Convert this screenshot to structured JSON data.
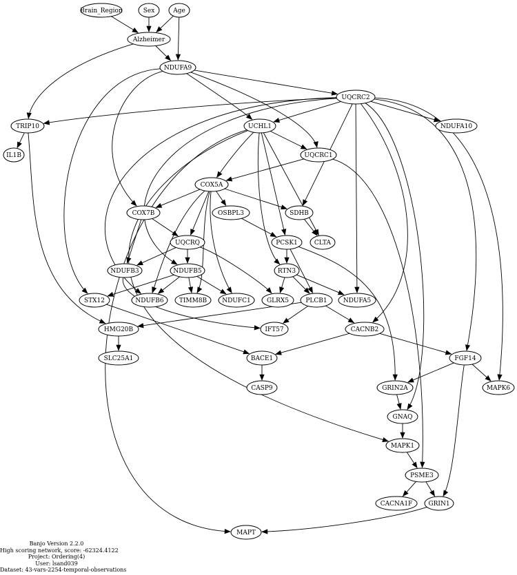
{
  "graph": {
    "nodes": [
      {
        "id": "Brain_Region",
        "label": "Brain_Region"
      },
      {
        "id": "Sex",
        "label": "Sex"
      },
      {
        "id": "Age",
        "label": "Age"
      },
      {
        "id": "Alzheimer",
        "label": "Alzheimer"
      },
      {
        "id": "NDUFA9",
        "label": "NDUFA9"
      },
      {
        "id": "UQCRC2",
        "label": "UQCRC2"
      },
      {
        "id": "TRIP10",
        "label": "TRIP10"
      },
      {
        "id": "UCHL1",
        "label": "UCHL1"
      },
      {
        "id": "NDUFA10",
        "label": "NDUFA10"
      },
      {
        "id": "IL1B",
        "label": "IL1B"
      },
      {
        "id": "UQCRC1",
        "label": "UQCRC1"
      },
      {
        "id": "COX5A",
        "label": "COX5A"
      },
      {
        "id": "COX7B",
        "label": "COX7B"
      },
      {
        "id": "OSBPL3",
        "label": "OSBPL3"
      },
      {
        "id": "SDHB",
        "label": "SDHB"
      },
      {
        "id": "UQCRQ",
        "label": "UQCRQ"
      },
      {
        "id": "PCSK1",
        "label": "PCSK1"
      },
      {
        "id": "CLTA",
        "label": "CLTA"
      },
      {
        "id": "NDUFB3",
        "label": "NDUFB3"
      },
      {
        "id": "NDUFB5",
        "label": "NDUFB5"
      },
      {
        "id": "RTN3",
        "label": "RTN3"
      },
      {
        "id": "STX12",
        "label": "STX12"
      },
      {
        "id": "NDUFB6",
        "label": "NDUFB6"
      },
      {
        "id": "TIMM8B",
        "label": "TIMM8B"
      },
      {
        "id": "NDUFC1",
        "label": "NDUFC1"
      },
      {
        "id": "GLRX5",
        "label": "GLRX5"
      },
      {
        "id": "PLCB1",
        "label": "PLCB1"
      },
      {
        "id": "NDUFA5",
        "label": "NDUFA5"
      },
      {
        "id": "HMG20B",
        "label": "HMG20B"
      },
      {
        "id": "IFT57",
        "label": "IFT57"
      },
      {
        "id": "CACNB2",
        "label": "CACNB2"
      },
      {
        "id": "SLC25A1",
        "label": "SLC25A1"
      },
      {
        "id": "BACE1",
        "label": "BACE1"
      },
      {
        "id": "FGF14",
        "label": "FGF14"
      },
      {
        "id": "CASP9",
        "label": "CASP9"
      },
      {
        "id": "GRIN2A",
        "label": "GRIN2A"
      },
      {
        "id": "MAPK6",
        "label": "MAPK6"
      },
      {
        "id": "GNAQ",
        "label": "GNAQ"
      },
      {
        "id": "MAPK1",
        "label": "MAPK1"
      },
      {
        "id": "PSME3",
        "label": "PSME3"
      },
      {
        "id": "CACNA1F",
        "label": "CACNA1F"
      },
      {
        "id": "GRIN1",
        "label": "GRIN1"
      },
      {
        "id": "MAPT",
        "label": "MAPT"
      }
    ],
    "edges": [
      [
        "Brain_Region",
        "Alzheimer"
      ],
      [
        "Sex",
        "Alzheimer"
      ],
      [
        "Age",
        "Alzheimer"
      ],
      [
        "Age",
        "NDUFA9"
      ],
      [
        "Alzheimer",
        "NDUFA9"
      ],
      [
        "Alzheimer",
        "TRIP10"
      ],
      [
        "NDUFA9",
        "UQCRC2"
      ],
      [
        "NDUFA9",
        "UCHL1"
      ],
      [
        "NDUFA9",
        "UQCRC1"
      ],
      [
        "NDUFA9",
        "COX7B"
      ],
      [
        "NDUFA9",
        "STX12"
      ],
      [
        "UQCRC2",
        "TRIP10"
      ],
      [
        "UQCRC2",
        "UCHL1"
      ],
      [
        "UQCRC2",
        "NDUFA10"
      ],
      [
        "UQCRC2",
        "SDHB"
      ],
      [
        "UQCRC2",
        "NDUFA5"
      ],
      [
        "UQCRC2",
        "CACNB2"
      ],
      [
        "UQCRC2",
        "GNAQ"
      ],
      [
        "UQCRC2",
        "FGF14"
      ],
      [
        "UQCRC2",
        "MAPK6"
      ],
      [
        "UQCRC2",
        "NDUFB6"
      ],
      [
        "UQCRC2",
        "NDUFB5"
      ],
      [
        "TRIP10",
        "IL1B"
      ],
      [
        "TRIP10",
        "HMG20B"
      ],
      [
        "UCHL1",
        "UQCRC1"
      ],
      [
        "UCHL1",
        "COX5A"
      ],
      [
        "UCHL1",
        "PCSK1"
      ],
      [
        "UCHL1",
        "CLTA"
      ],
      [
        "UCHL1",
        "RTN3"
      ],
      [
        "UCHL1",
        "MAPK1"
      ],
      [
        "UCHL1",
        "MAPT"
      ],
      [
        "UQCRC1",
        "COX5A"
      ],
      [
        "UQCRC1",
        "PSME3"
      ],
      [
        "COX5A",
        "COX7B"
      ],
      [
        "COX5A",
        "OSBPL3"
      ],
      [
        "COX5A",
        "SDHB"
      ],
      [
        "COX5A",
        "UQCRQ"
      ],
      [
        "COX5A",
        "NDUFB6"
      ],
      [
        "COX5A",
        "NDUFC1"
      ],
      [
        "COX5A",
        "TIMM8B"
      ],
      [
        "COX7B",
        "UQCRQ"
      ],
      [
        "COX7B",
        "NDUFB3"
      ],
      [
        "OSBPL3",
        "PCSK1"
      ],
      [
        "SDHB",
        "CLTA"
      ],
      [
        "UQCRQ",
        "NDUFB3"
      ],
      [
        "UQCRQ",
        "NDUFB5"
      ],
      [
        "UQCRQ",
        "GLRX5"
      ],
      [
        "PCSK1",
        "RTN3"
      ],
      [
        "PCSK1",
        "PLCB1"
      ],
      [
        "PCSK1",
        "GRIN2A"
      ],
      [
        "NDUFB3",
        "IFT57"
      ],
      [
        "NDUFB5",
        "STX12"
      ],
      [
        "NDUFB5",
        "NDUFB6"
      ],
      [
        "NDUFB5",
        "TIMM8B"
      ],
      [
        "NDUFB5",
        "NDUFC1"
      ],
      [
        "RTN3",
        "GLRX5"
      ],
      [
        "RTN3",
        "PLCB1"
      ],
      [
        "RTN3",
        "NDUFA5"
      ],
      [
        "STX12",
        "BACE1"
      ],
      [
        "PLCB1",
        "HMG20B"
      ],
      [
        "PLCB1",
        "IFT57"
      ],
      [
        "PLCB1",
        "CACNB2"
      ],
      [
        "HMG20B",
        "SLC25A1"
      ],
      [
        "CACNB2",
        "BACE1"
      ],
      [
        "CACNB2",
        "FGF14"
      ],
      [
        "BACE1",
        "CASP9"
      ],
      [
        "FGF14",
        "GRIN2A"
      ],
      [
        "FGF14",
        "MAPK6"
      ],
      [
        "FGF14",
        "GRIN1"
      ],
      [
        "GRIN2A",
        "GNAQ"
      ],
      [
        "GNAQ",
        "MAPK1"
      ],
      [
        "MAPK1",
        "PSME3"
      ],
      [
        "PSME3",
        "CACNA1F"
      ],
      [
        "PSME3",
        "GRIN1"
      ],
      [
        "GRIN1",
        "MAPT"
      ]
    ]
  },
  "footer": {
    "line1": "Banjo Version 2.2.0",
    "line2": "High scoring network, score: -62324.4122",
    "line3": "Project: Ordering(4)",
    "line4": "User: lsand039",
    "line5": "Dataset: 43-vars-2254-temporal-observations"
  }
}
